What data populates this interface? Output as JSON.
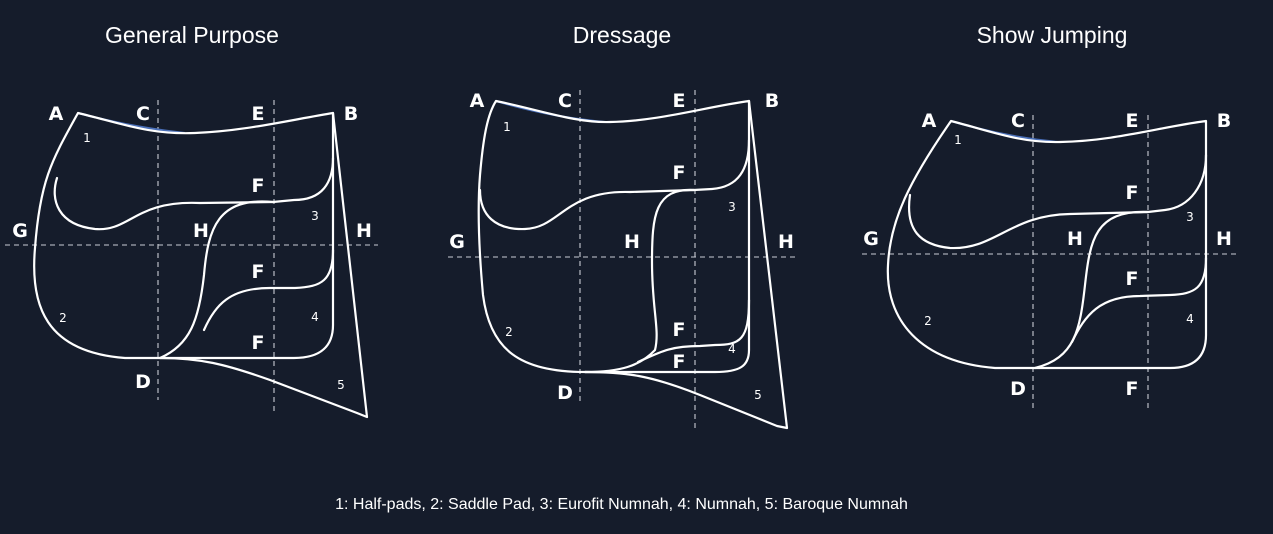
{
  "diagrams": [
    {
      "title": "General Purpose",
      "labels": {
        "A": "A",
        "B": "B",
        "C": "C",
        "D": "D",
        "E": "E",
        "G": "G",
        "H": "H",
        "F": "F"
      },
      "numbers": [
        "1",
        "2",
        "3",
        "4",
        "5"
      ]
    },
    {
      "title": "Dressage",
      "labels": {
        "A": "A",
        "B": "B",
        "C": "C",
        "D": "D",
        "E": "E",
        "G": "G",
        "H": "H",
        "F": "F"
      },
      "numbers": [
        "1",
        "2",
        "3",
        "4",
        "5"
      ]
    },
    {
      "title": "Show Jumping",
      "labels": {
        "A": "A",
        "B": "B",
        "C": "C",
        "D": "D",
        "E": "E",
        "G": "G",
        "H": "H",
        "F": "F"
      },
      "numbers": [
        "1",
        "2",
        "3",
        "4"
      ]
    }
  ],
  "legend": "1: Half-pads, 2: Saddle Pad, 3: Eurofit Numnah, 4: Numnah, 5: Baroque Numnah",
  "colors": {
    "background": "#151c2b",
    "outline": "#ffffff",
    "half_pad_accent": "#4a6fb8",
    "guides": "#c9ccd4"
  }
}
